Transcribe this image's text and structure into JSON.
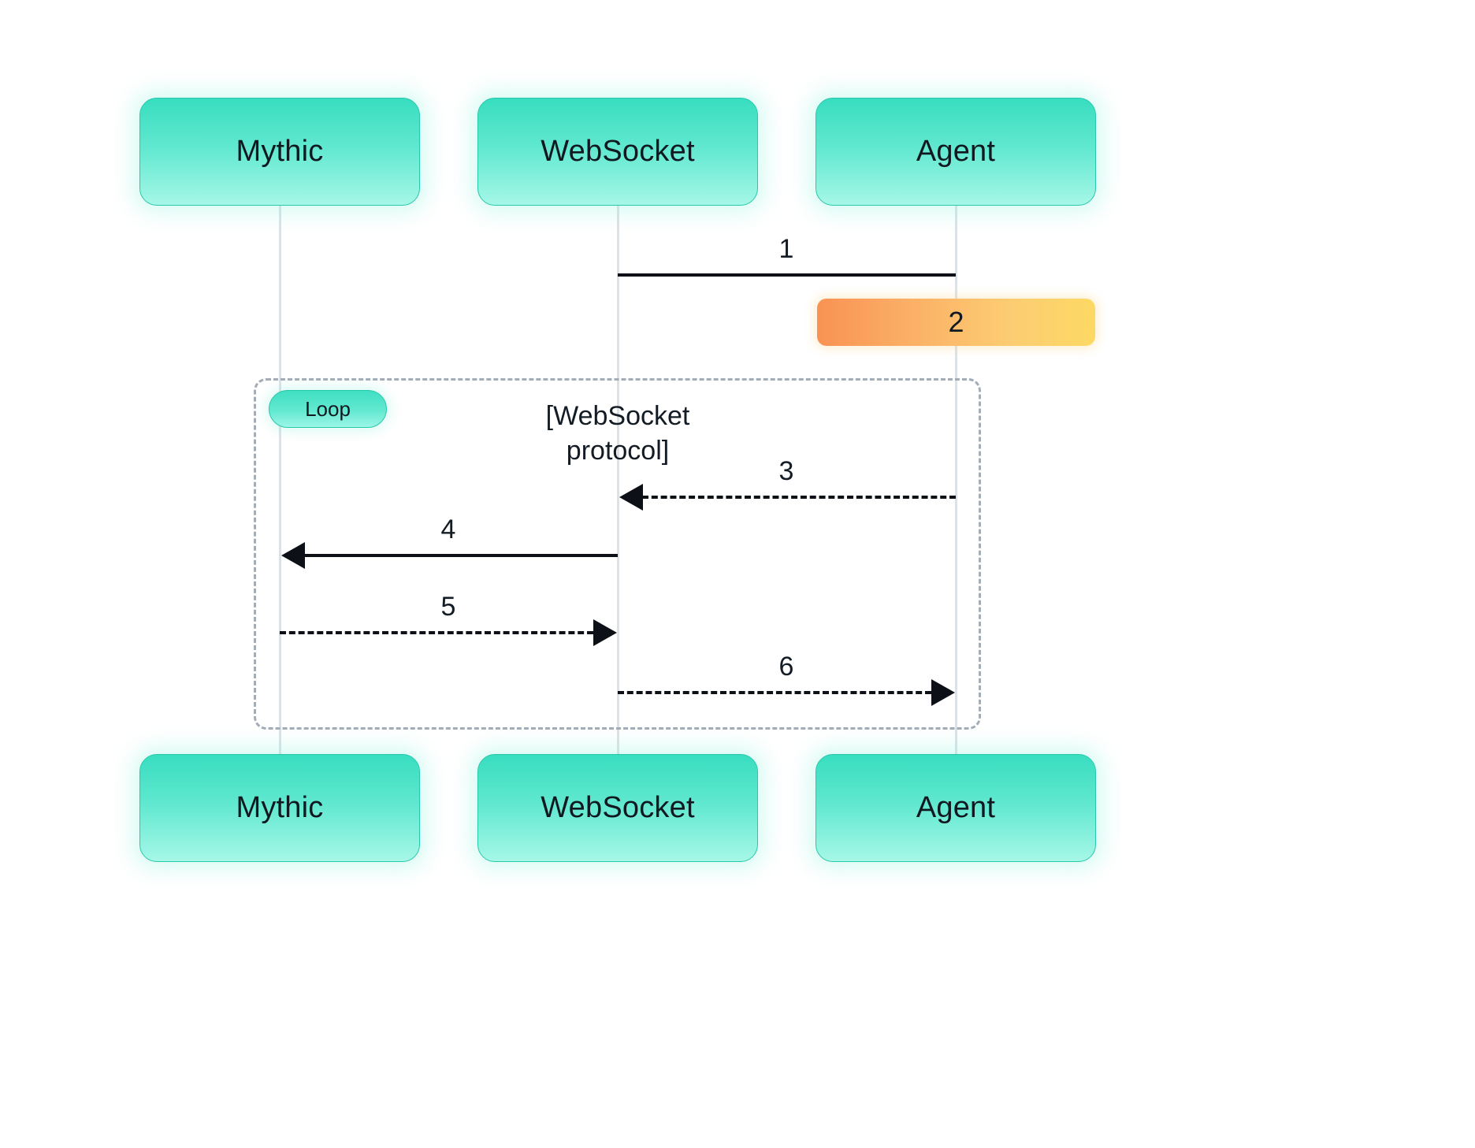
{
  "diagram": {
    "type": "sequence-diagram",
    "title": "",
    "background_color": "#ffffff",
    "participants": [
      {
        "id": "mythic",
        "label": "Mythic"
      },
      {
        "id": "websocket",
        "label": "WebSocket"
      },
      {
        "id": "agent",
        "label": "Agent"
      }
    ],
    "messages": [
      {
        "number": "1",
        "from": "websocket",
        "to": "agent",
        "style": "solid",
        "arrow": "none"
      },
      {
        "number": "2",
        "from": "agent",
        "to": "agent",
        "style": "self-call",
        "arrow": "none"
      },
      {
        "number": "3",
        "from": "agent",
        "to": "websocket",
        "style": "dashed",
        "arrow": "left"
      },
      {
        "number": "4",
        "from": "websocket",
        "to": "mythic",
        "style": "solid",
        "arrow": "left"
      },
      {
        "number": "5",
        "from": "mythic",
        "to": "websocket",
        "style": "dashed",
        "arrow": "right"
      },
      {
        "number": "6",
        "from": "websocket",
        "to": "agent",
        "style": "dashed",
        "arrow": "right"
      }
    ],
    "fragment": {
      "kind": "Loop",
      "badge_label": "Loop",
      "condition": "[WebSocket\nprotocol]"
    },
    "colors": {
      "participant_gradient_top": "#38ddc0",
      "participant_gradient_bottom": "#a6f7e7",
      "participant_border": "#27c9a9",
      "self_call_gradient_start": "#f99253",
      "self_call_gradient_end": "#fdd964",
      "lifeline": "#dde2e6",
      "fragment_border": "#a3adb8",
      "message_line": "#0d1117",
      "text": "#131b25"
    }
  }
}
